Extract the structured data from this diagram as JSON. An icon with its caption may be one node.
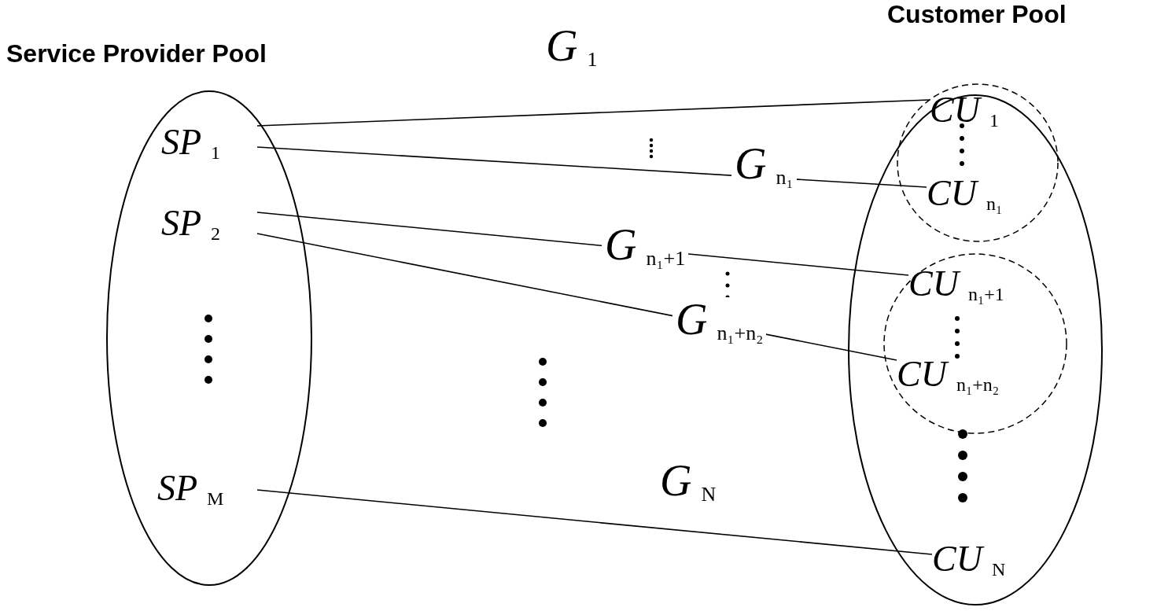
{
  "diagram": {
    "nodes": [
      {
        "text": [
          "Service Provider Pool"
        ]
      },
      {
        "text": [
          "*SP*$_{1}$"
        ],
        "in": 0
      },
      {
        "text": [
          "*SP*$_{2}$"
        ],
        "in": 0
      },
      {
        "text": [
          "*SP*$_{M}$"
        ],
        "in": 0
      },
      {
        "text": [
          "Customer Pool"
        ]
      },
      {
        "text": [],
        "shape": "circle",
        "in": 4
      },
      {
        "text": [
          "*CU*$_{1}$"
        ],
        "in": 5
      },
      {
        "text": [
          "*CU*$_{n₁}$"
        ],
        "in": 5
      },
      {
        "text": [],
        "shape": "circle",
        "in": 4
      },
      {
        "text": [
          "*CU*$_{n₁+1}$"
        ],
        "in": 8
      },
      {
        "text": [
          "*CU*$_{n₁+n₂}$"
        ],
        "in": 8
      },
      {
        "text": [
          "*CU*$_{N}$"
        ],
        "in": 4
      }
    ],
    "edges": [
      {
        "from": 1,
        "to": 6,
        "arrow": "none",
        "label": "*G*$_{1}$"
      },
      {
        "from": 1,
        "to": 7,
        "arrow": "none",
        "label": "*G*$_{n₁}$"
      },
      {
        "from": 2,
        "to": 9,
        "arrow": "none",
        "label": "*G*$_{n₁+1}$"
      },
      {
        "from": 2,
        "to": 10,
        "arrow": "none",
        "label": "*G*$_{n₁+n₂}$"
      },
      {
        "from": 3,
        "to": 11,
        "arrow": "none",
        "label": "*G*$_{N}$"
      }
    ]
  }
}
